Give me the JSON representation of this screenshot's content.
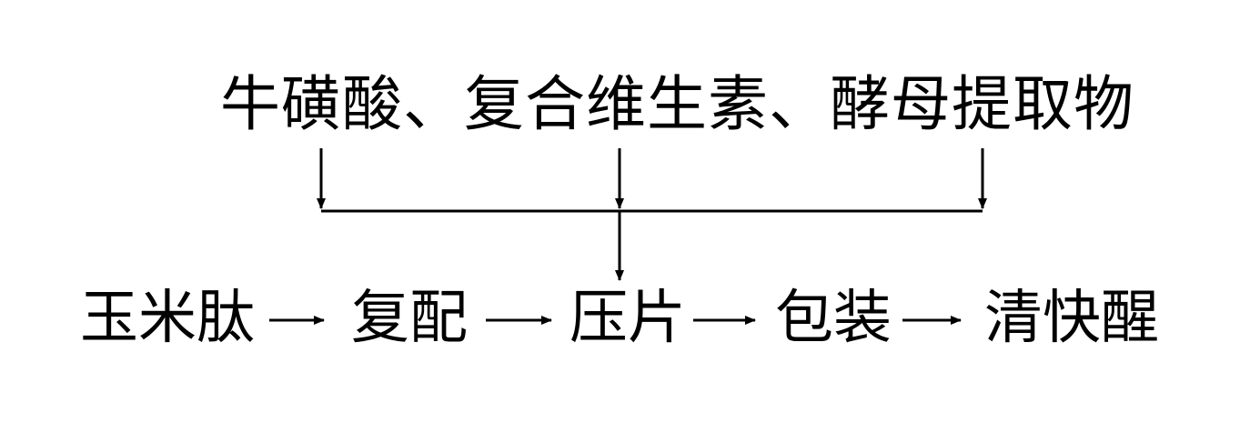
{
  "ingredients_label": "牛磺酸、复合维生素、酵母提取物",
  "steps": [
    {
      "label": "玉米肽"
    },
    {
      "label": "复配"
    },
    {
      "label": "压片"
    },
    {
      "label": "包装"
    },
    {
      "label": "清快醒"
    }
  ],
  "colors": {
    "ink": "#000000",
    "background": "#ffffff"
  }
}
